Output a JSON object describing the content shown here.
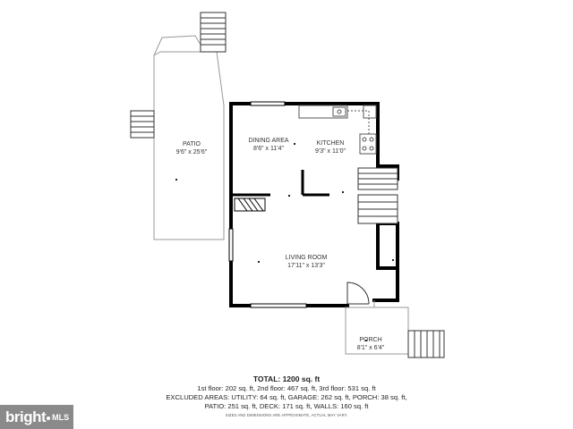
{
  "rooms": {
    "patio": {
      "name": "PATIO",
      "dims": "9'6\" x 25'6\""
    },
    "dining": {
      "name": "DINING AREA",
      "dims": "8'6\" x 11'4\""
    },
    "kitchen": {
      "name": "KITCHEN",
      "dims": "9'3\" x 11'0\""
    },
    "living": {
      "name": "LIVING ROOM",
      "dims": "17'11\" x 13'3\""
    },
    "porch": {
      "name": "PORCH",
      "dims": "8'1\" x 6'4\""
    }
  },
  "totals": {
    "title": "TOTAL: 1200 sq. ft",
    "line1": "1st floor: 202 sq. ft, 2nd floor: 467 sq. ft, 3rd floor: 531 sq. ft",
    "line2": "EXCLUDED AREAS: UTILITY: 64 sq. ft, GARAGE: 262 sq. ft, PORCH: 38 sq. ft,",
    "line3": "PATIO: 251 sq. ft, DECK: 171 sq. ft, WALLS: 160 sq. ft"
  },
  "disclaimer": "SIZES AND DIMENSIONS ARE APPROXIMATE, ACTUAL MAY VARY.",
  "logo": {
    "text": "bright",
    "suffix": "MLS"
  },
  "colors": {
    "wall": "#000000",
    "line": "#888888",
    "logo_bg": "#8a8a8a"
  }
}
